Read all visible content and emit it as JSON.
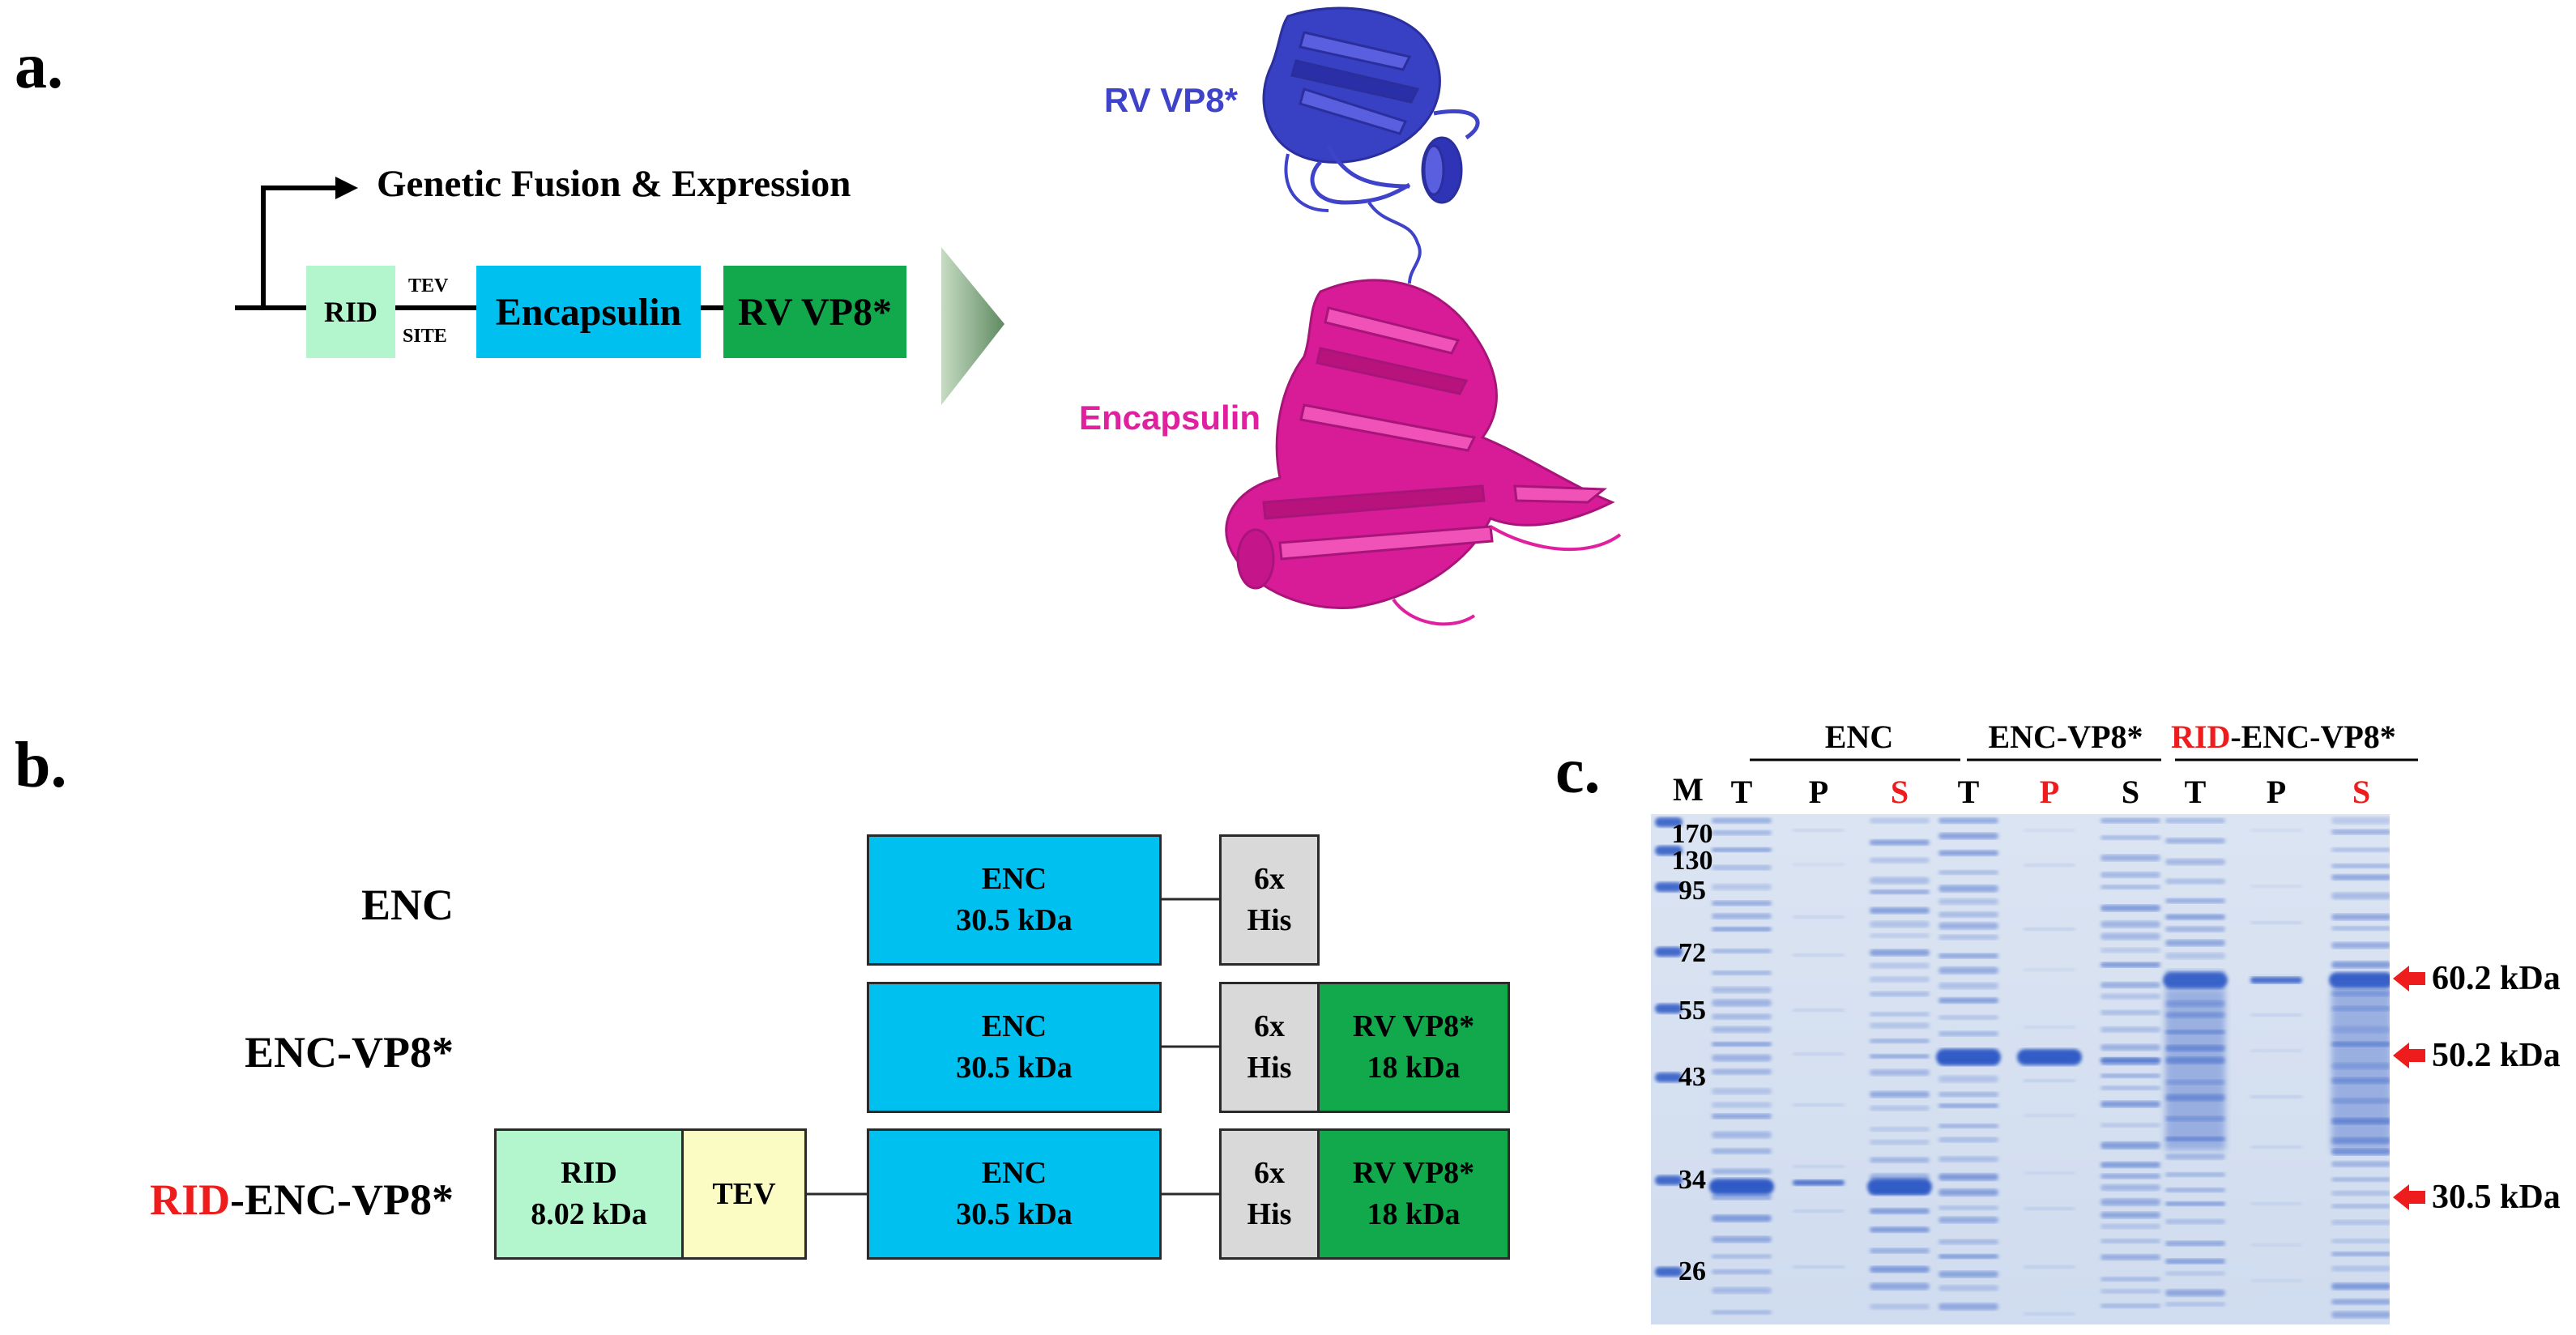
{
  "panel_a": {
    "label": "a.",
    "promoter_text": "Genetic Fusion & Expression",
    "rid": "RID",
    "tev_top": "TEV",
    "tev_bottom": "SITE",
    "encapsulin": "Encapsulin",
    "vp8": "RV VP8*",
    "structure_vp8_label": "RV VP8*",
    "structure_enc_label": "Encapsulin"
  },
  "panel_b": {
    "label": "b.",
    "rows": [
      {
        "name": "ENC",
        "enc_top": "ENC",
        "enc_bottom": "30.5 kDa",
        "his_top": "6x",
        "his_bottom": "His"
      },
      {
        "name": "ENC-VP8*",
        "enc_top": "ENC",
        "enc_bottom": "30.5 kDa",
        "his_top": "6x",
        "his_bottom": "His",
        "vp8_top": "RV VP8*",
        "vp8_bottom": "18 kDa"
      },
      {
        "name_prefix": "RID",
        "name_suffix": "-ENC-VP8*",
        "rid_top": "RID",
        "rid_bottom": "8.02 kDa",
        "tev": "TEV",
        "enc_top": "ENC",
        "enc_bottom": "30.5 kDa",
        "his_top": "6x",
        "his_bottom": "His",
        "vp8_top": "RV VP8*",
        "vp8_bottom": "18 kDa"
      }
    ]
  },
  "panel_c": {
    "label": "c.",
    "group_headers": {
      "enc": "ENC",
      "enc_vp8": "ENC-VP8*",
      "rid_prefix": "RID",
      "rid_suffix": "-ENC-VP8*"
    },
    "marker_header": "M",
    "lanes": [
      "T",
      "P",
      "S",
      "T",
      "P",
      "S",
      "T",
      "P",
      "S"
    ],
    "highlighted_lanes": [
      2,
      4,
      8
    ],
    "markers": [
      "170",
      "130",
      "95",
      "72",
      "55",
      "43",
      "34",
      "26"
    ],
    "arrows": [
      "60.2 kDa",
      "50.2 kDa",
      "30.5 kDa"
    ]
  },
  "colors": {
    "rid_fill": "#b3f5cc",
    "tev_fill": "#fbfbc4",
    "enc_fill": "#00c0f0",
    "his_fill": "#d9d9d9",
    "vp8_fill": "#12a84c",
    "highlight_red": "#ee1c1c",
    "vp8_structure": "#3e43c9",
    "enc_structure": "#e0219f",
    "gel_bg": "#d7e1f0",
    "gel_band": "#2b57c4"
  }
}
